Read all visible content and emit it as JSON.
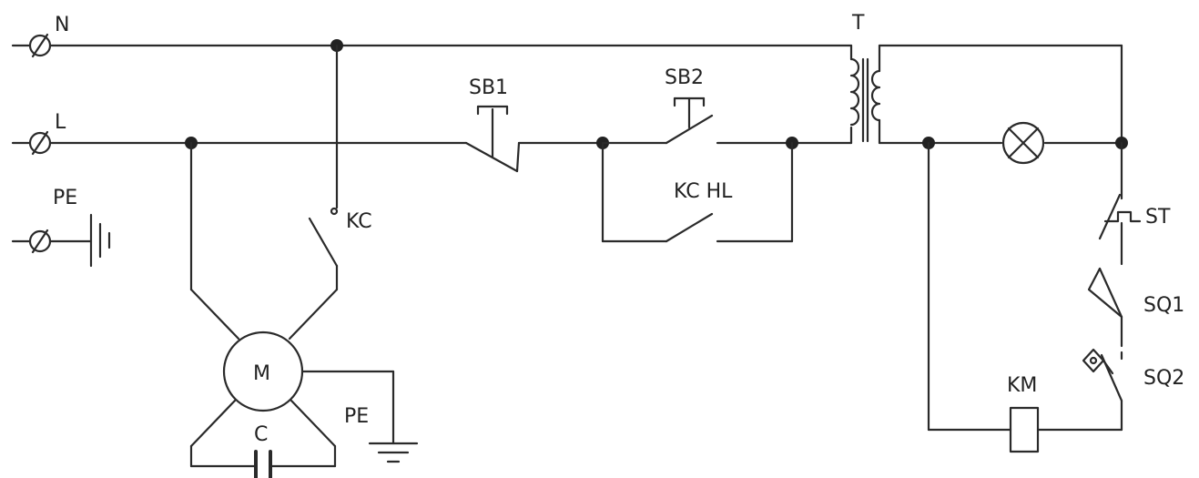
{
  "labels": {
    "n": "N",
    "l": "L",
    "pe_top": "PE",
    "pe_motor": "PE",
    "t": "T",
    "sb1": "SB1",
    "sb2": "SB2",
    "kc_hl": "KC HL",
    "kc": "KC",
    "m": "M",
    "c": "C",
    "st": "ST",
    "sq1": "SQ1",
    "sq2": "SQ2",
    "km": "KM"
  },
  "colors": {
    "line": "#2a2a2a",
    "background": "#ffffff"
  }
}
